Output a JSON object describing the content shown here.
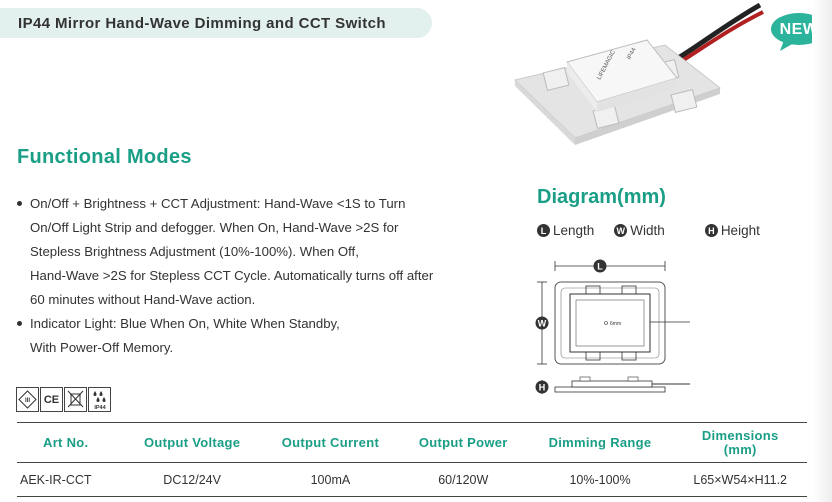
{
  "header": {
    "title": "IP44 Mirror Hand-Wave Dimming and CCT Switch",
    "badge": "NEW"
  },
  "product": {
    "brand": "LIFEMAGIC",
    "marking": "IP44"
  },
  "functional": {
    "title": "Functional Modes",
    "bullets": [
      {
        "lines": [
          "On/Off + Brightness + CCT Adjustment: Hand-Wave <1S to Turn",
          "On/Off Light Strip and defogger. When On, Hand-Wave >2S for",
          "Stepless Brightness Adjustment (10%-100%). When Off,",
          "Hand-Wave >2S for Stepless CCT Cycle. Automatically turns off after",
          "60 minutes without Hand-Wave action."
        ]
      },
      {
        "lines": [
          "Indicator Light: Blue When On, White When Standby,",
          "With Power-Off Memory."
        ]
      }
    ]
  },
  "diagram": {
    "title": "Diagram(mm)",
    "legend": [
      {
        "letter": "L",
        "label": "Length"
      },
      {
        "letter": "W",
        "label": "Width"
      },
      {
        "letter": "H",
        "label": "Height"
      }
    ],
    "callout_L": "L",
    "callout_W": "W",
    "callout_H": "H",
    "sensor_label": "6mm"
  },
  "certifications": [
    {
      "name": "class-iii-icon",
      "text": "III"
    },
    {
      "name": "ce-icon",
      "text": "CE"
    },
    {
      "name": "weee-bin-icon",
      "text": ""
    },
    {
      "name": "ip44-icon",
      "text": "IP44"
    }
  ],
  "table": {
    "headers": [
      "Art No.",
      "Output Voltage",
      "Output Current",
      "Output Power",
      "Dimming Range",
      "Dimensions\n(mm)"
    ],
    "rows": [
      [
        "AEK-IR-CCT",
        "DC12/24V",
        "100mA",
        "60/120W",
        "10%-100%",
        "L65×W54×H11.2"
      ]
    ]
  },
  "colors": {
    "accent": "#1a9e86",
    "title_bg": "#e3f1ee",
    "badge": "#2bb39b"
  }
}
